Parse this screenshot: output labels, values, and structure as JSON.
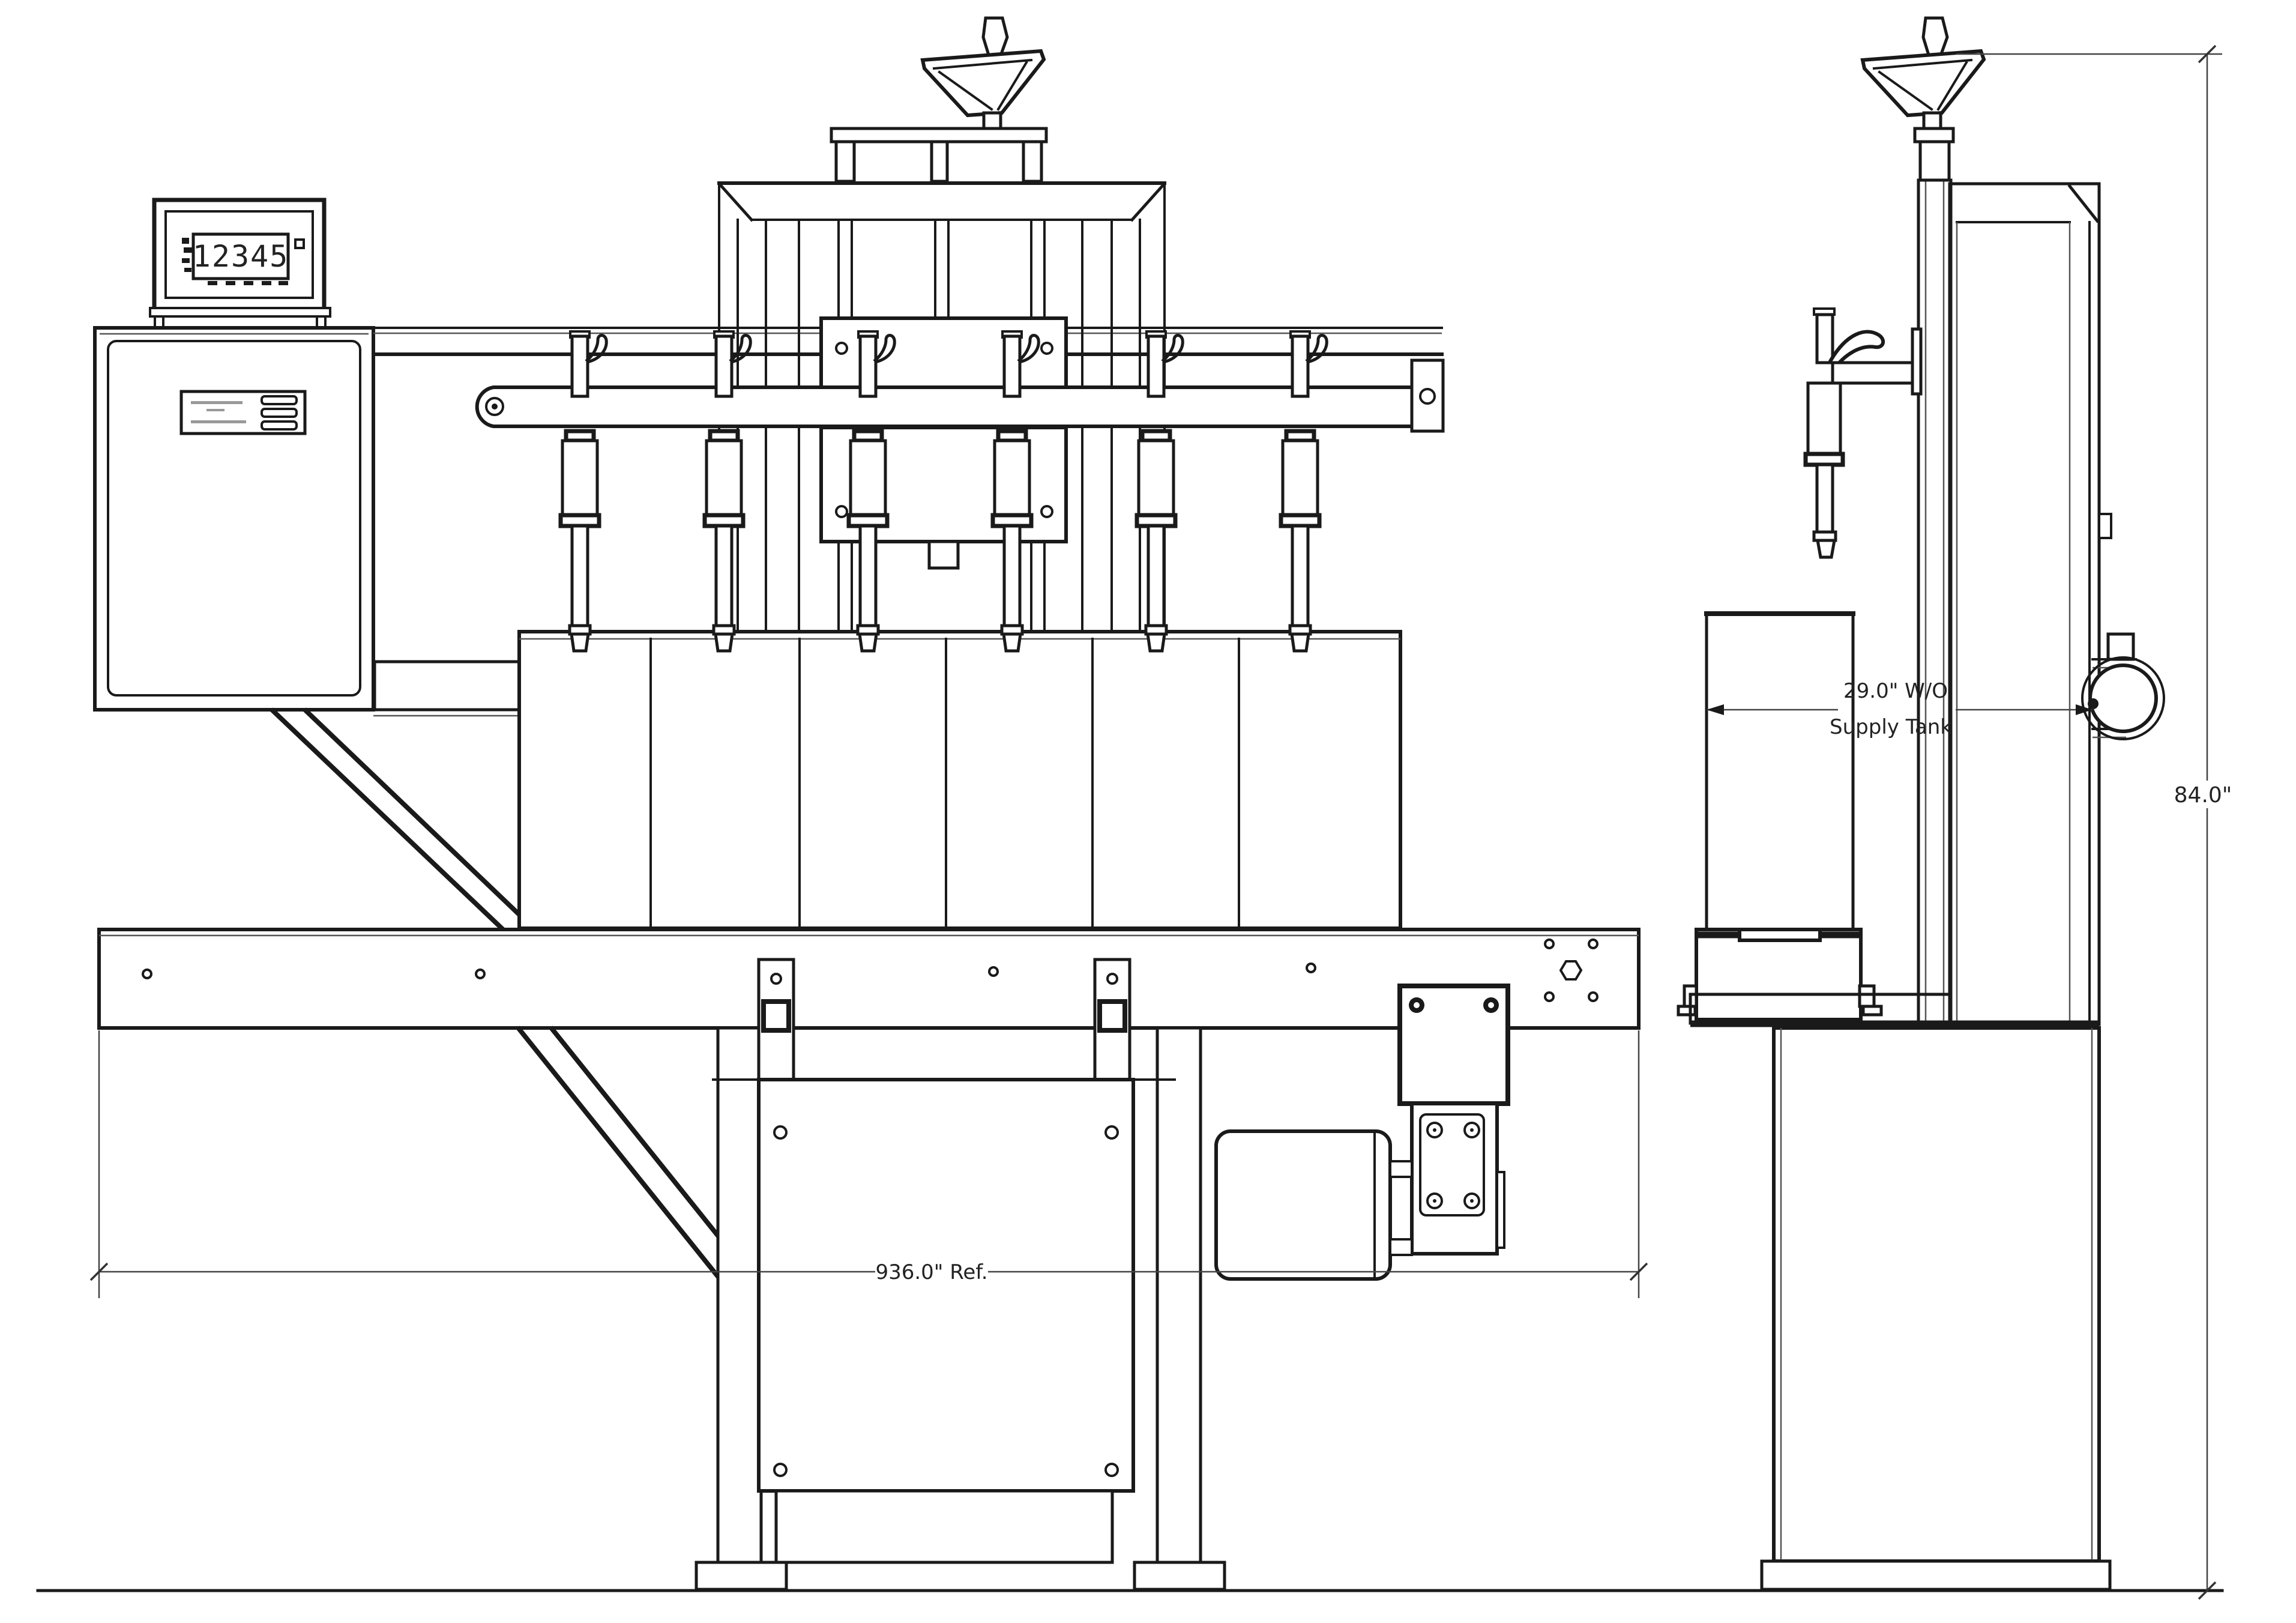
{
  "drawing": {
    "kind": "filling-machine elevation drawing",
    "colors": {
      "line": "#1a1a1a",
      "thin_line": "#555555",
      "dim_line": "#444444",
      "background": "#ffffff"
    },
    "display": {
      "value": "12345"
    },
    "dimensions": {
      "conveyor_length": "936.0\" Ref.",
      "depth_line1": "29.0\" W/O",
      "depth_line2": "Supply Tank",
      "overall_height": "84.0\""
    },
    "counts": {
      "front_nozzles": 6,
      "box_panels": 6
    }
  }
}
